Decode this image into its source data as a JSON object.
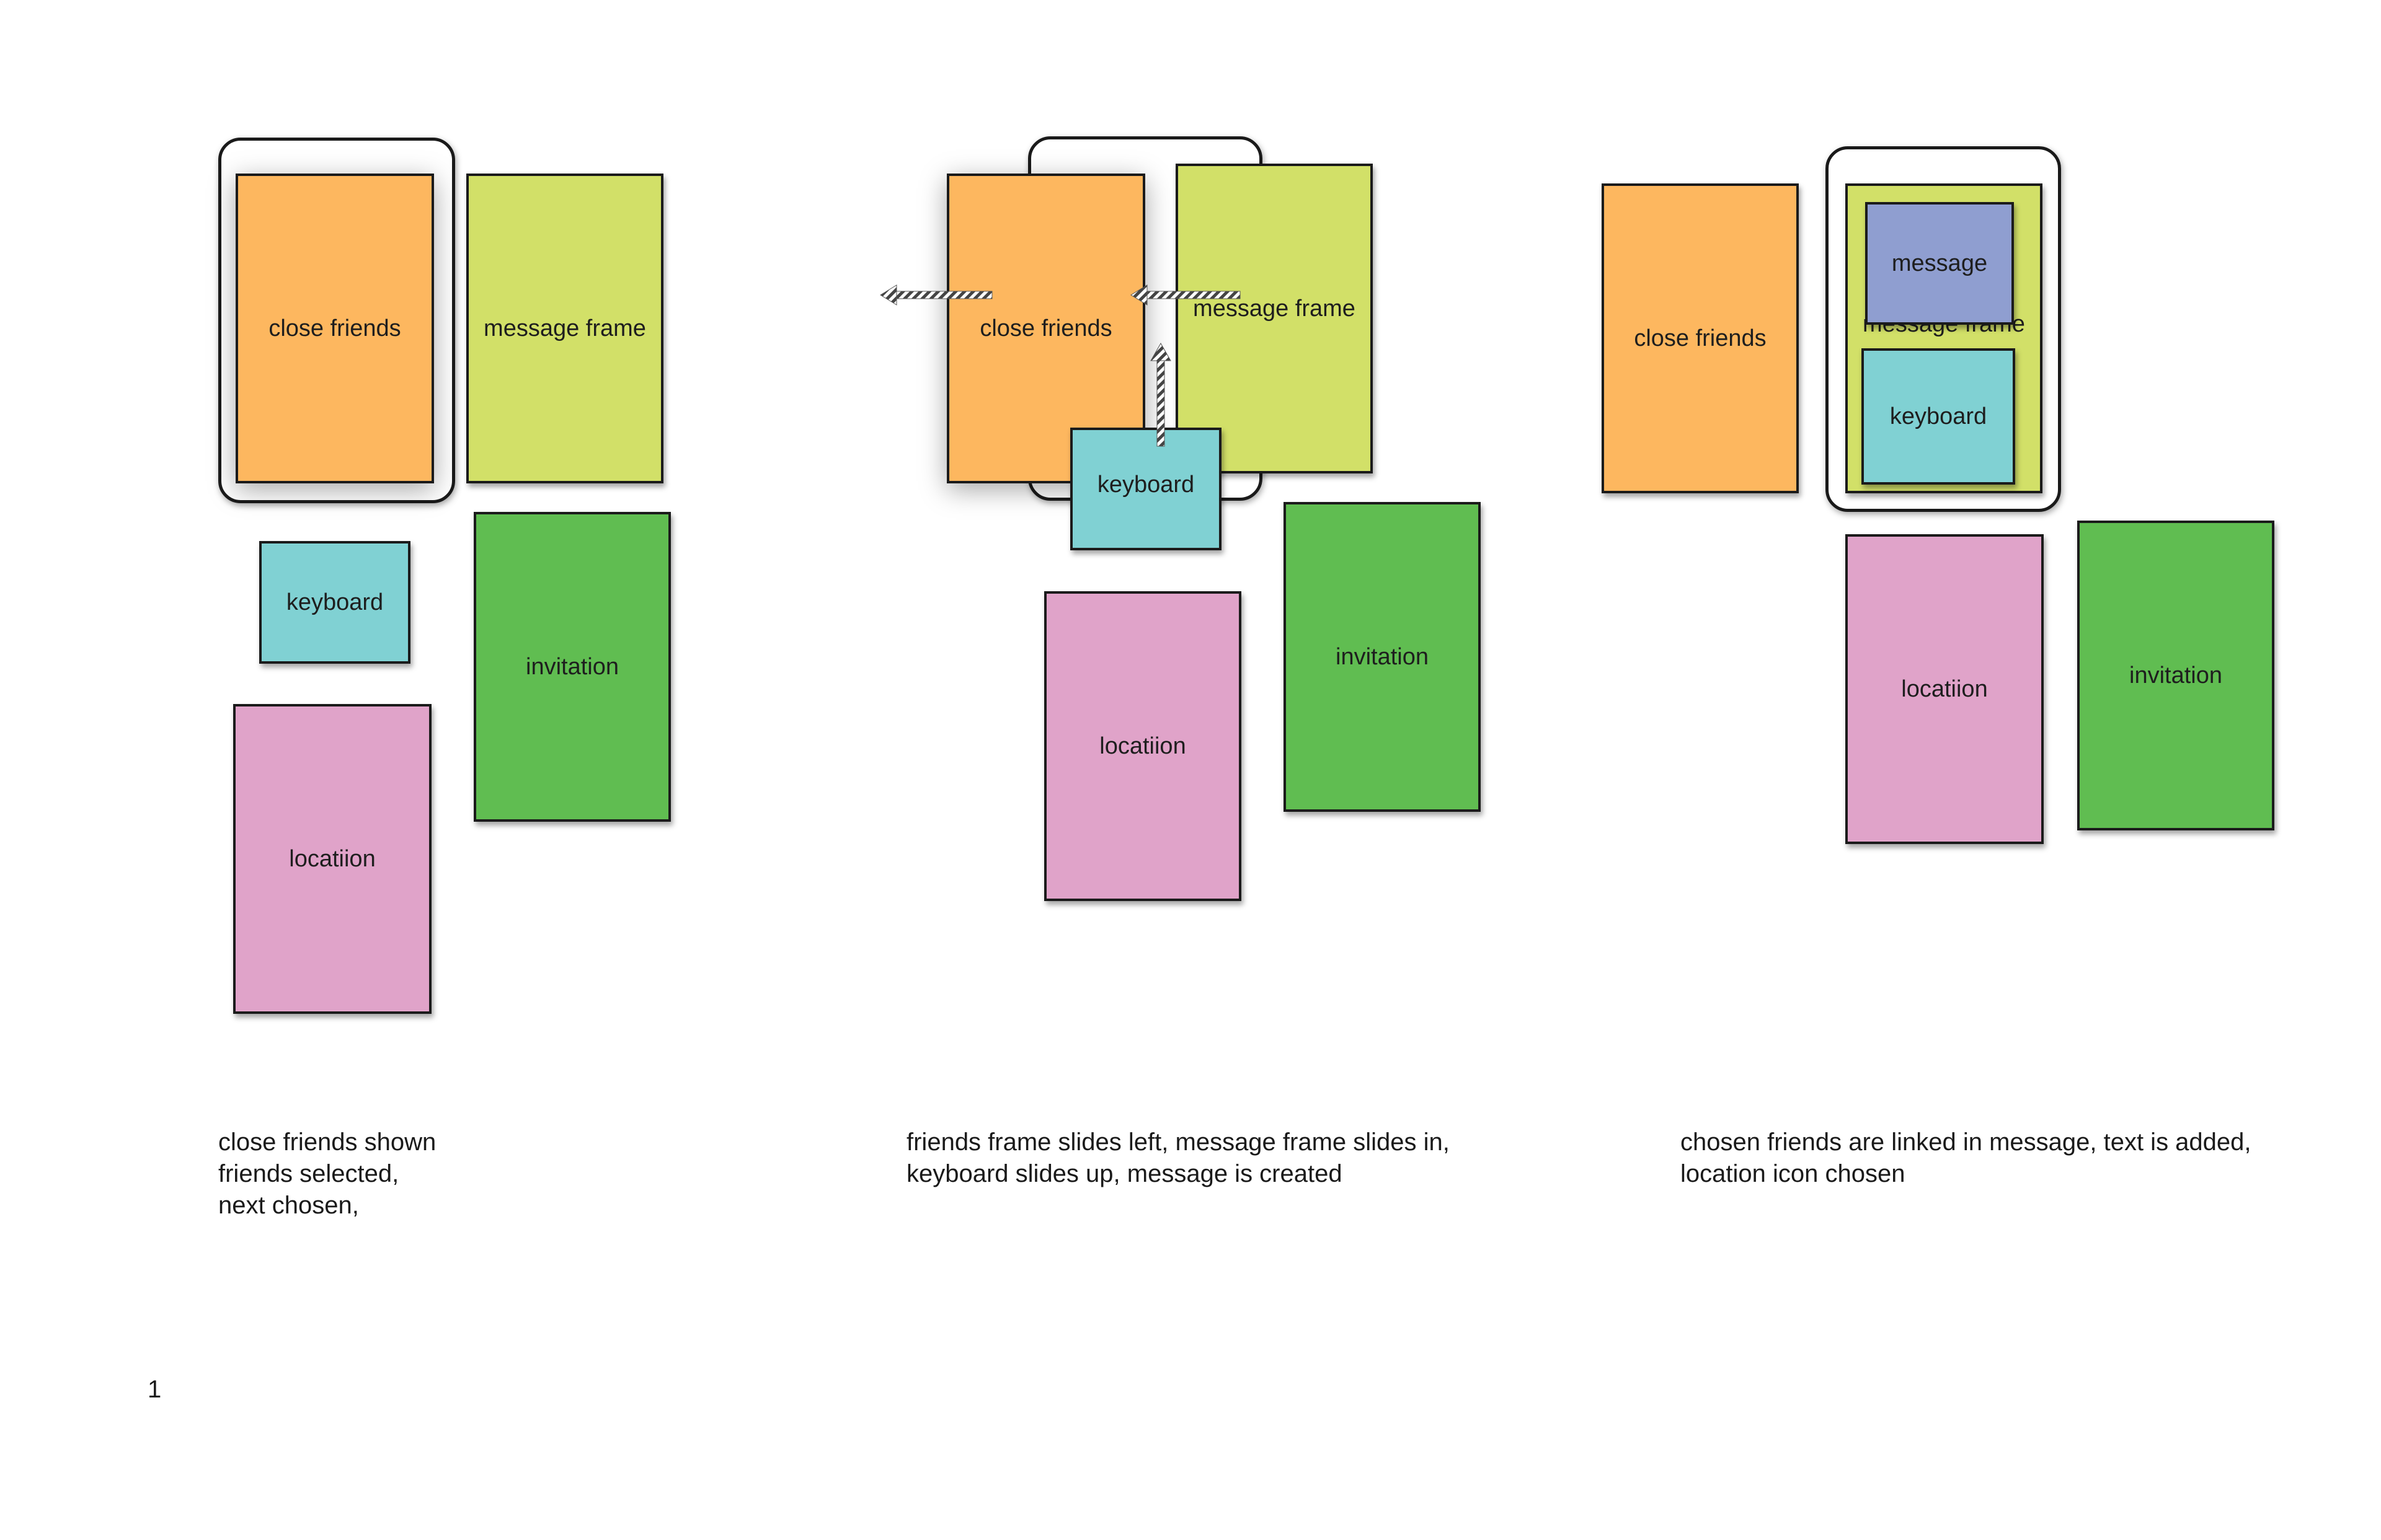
{
  "colors": {
    "close_friends": "#FDB75F",
    "message_frame": "#D2E068",
    "keyboard": "#80D1D3",
    "invitation": "#60BD51",
    "location": "#E0A3C9",
    "message": "#8F9ED0"
  },
  "panels": [
    {
      "close_friends": "close friends",
      "message_frame": "message frame",
      "keyboard": "keyboard",
      "invitation": "invitation",
      "location": "locatiion",
      "caption": [
        "close friends shown",
        "friends selected,",
        "next chosen,"
      ]
    },
    {
      "close_friends": "close friends",
      "message_frame": "message frame",
      "keyboard": "keyboard",
      "invitation": "invitation",
      "location": "locatiion",
      "caption": [
        "friends frame slides left, message frame slides in,",
        "keyboard slides up, message is created"
      ]
    },
    {
      "close_friends": "close friends",
      "message": "message",
      "message_frame": "message frame",
      "keyboard": "keyboard",
      "invitation": "invitation",
      "location": "locatiion",
      "caption": [
        "chosen friends are linked in message, text is added,",
        "location icon chosen"
      ]
    }
  ],
  "page_number": "1"
}
